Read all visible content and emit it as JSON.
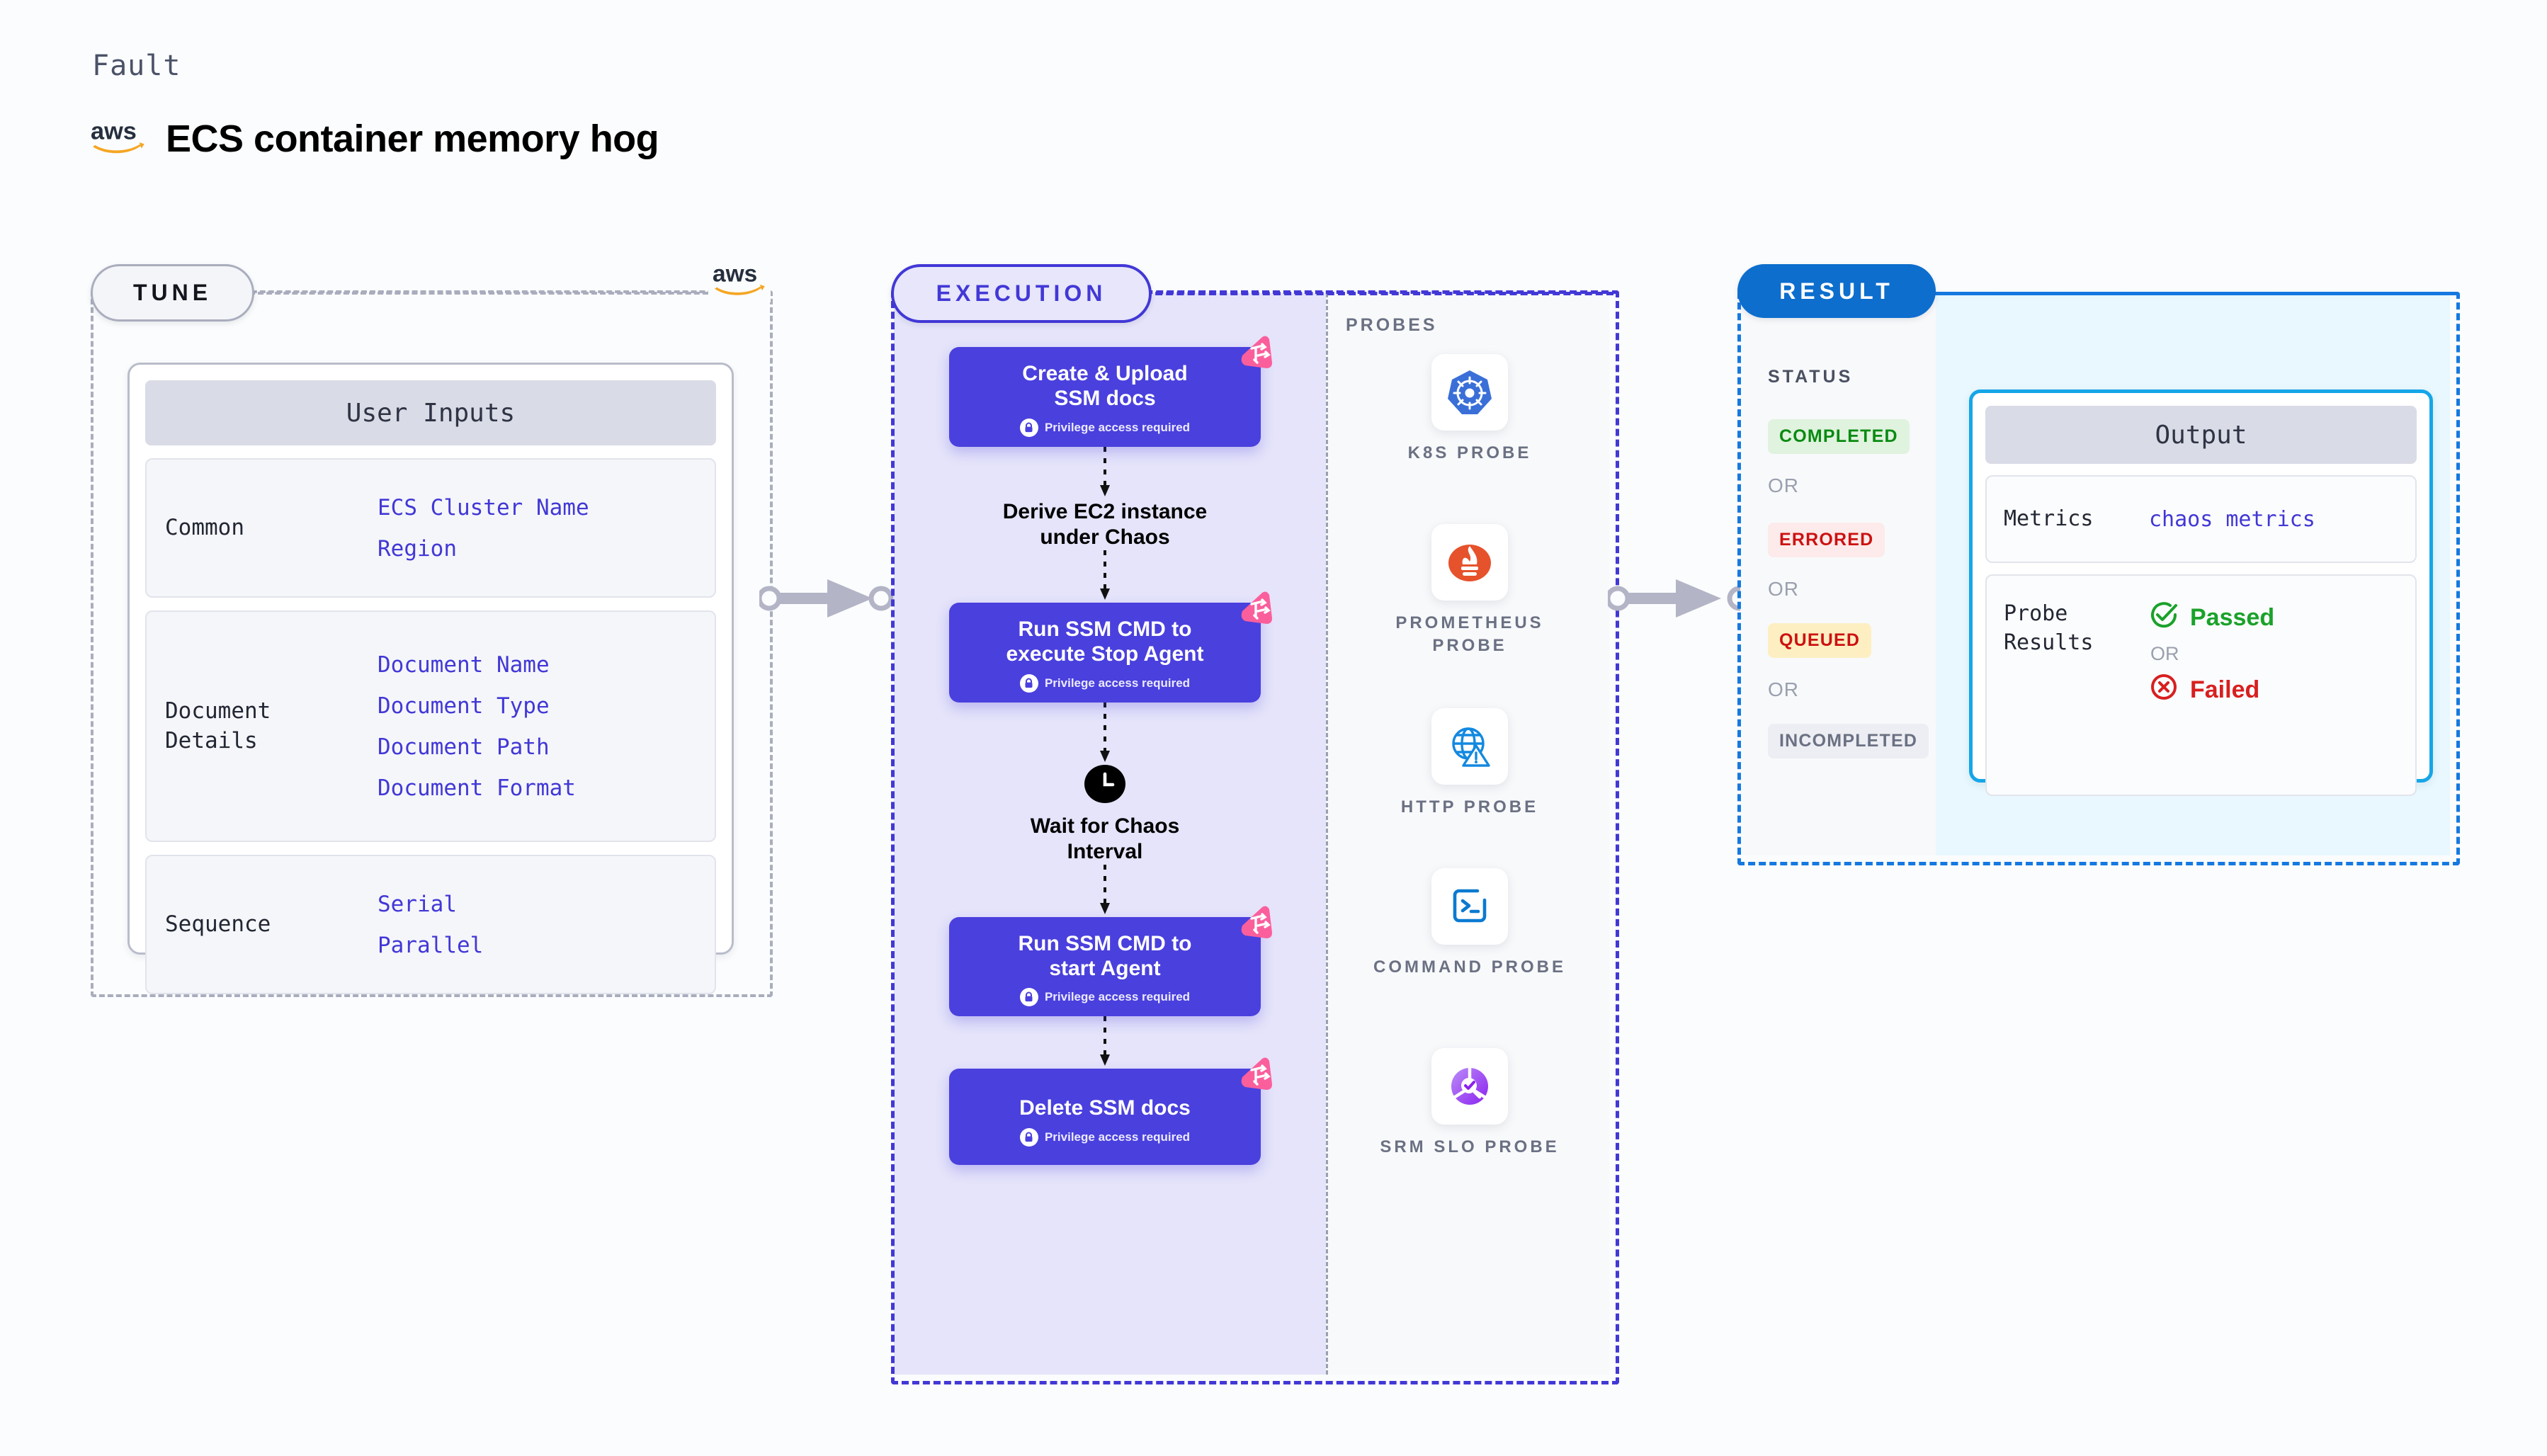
{
  "header": {
    "kicker": "Fault",
    "title": "ECS container memory hog",
    "brand_icon": "aws-logo"
  },
  "tune": {
    "badge": "TUNE",
    "brand_icon": "aws-logo",
    "card_title": "User Inputs",
    "groups": [
      {
        "key": "Common",
        "values": [
          "ECS Cluster Name",
          "Region"
        ]
      },
      {
        "key": "Document\nDetails",
        "values": [
          "Document Name",
          "Document Type",
          "Document Path",
          "Document Format"
        ]
      },
      {
        "key": "Sequence",
        "values": [
          "Serial",
          "Parallel"
        ]
      }
    ]
  },
  "execution": {
    "badge": "EXECUTION",
    "privilege_note": "Privilege access required",
    "steps": [
      {
        "kind": "node",
        "label": "Create & Upload SSM docs",
        "privileged": true,
        "ribbon_icon": "chaos-ribbon-icon"
      },
      {
        "kind": "text",
        "label": "Derive EC2 instance under Chaos"
      },
      {
        "kind": "node",
        "label": "Run SSM CMD to execute Stop Agent",
        "privileged": true,
        "ribbon_icon": "chaos-ribbon-icon"
      },
      {
        "kind": "wait",
        "label": "Wait for Chaos Interval",
        "icon": "clock-icon"
      },
      {
        "kind": "node",
        "label": "Run SSM CMD to start Agent",
        "privileged": true,
        "ribbon_icon": "chaos-ribbon-icon"
      },
      {
        "kind": "node",
        "label": "Delete SSM docs",
        "privileged": true,
        "ribbon_icon": "chaos-ribbon-icon"
      }
    ]
  },
  "probes": {
    "title": "PROBES",
    "items": [
      {
        "label": "K8S PROBE",
        "icon": "kubernetes-icon"
      },
      {
        "label": "PROMETHEUS PROBE",
        "icon": "prometheus-icon"
      },
      {
        "label": "HTTP PROBE",
        "icon": "http-globe-icon"
      },
      {
        "label": "COMMAND PROBE",
        "icon": "terminal-icon"
      },
      {
        "label": "SRM SLO PROBE",
        "icon": "srm-slo-icon"
      }
    ]
  },
  "result": {
    "badge": "RESULT",
    "status_title": "STATUS",
    "or_label": "OR",
    "statuses": [
      {
        "label": "COMPLETED",
        "bg": "#dff3de",
        "fg": "#0a8a12"
      },
      {
        "label": "ERRORED",
        "bg": "#fdeaea",
        "fg": "#cc1111"
      },
      {
        "label": "QUEUED",
        "bg": "#fdefc2",
        "fg": "#cc1111"
      },
      {
        "label": "INCOMPLETED",
        "bg": "#edeef3",
        "fg": "#6b7183"
      }
    ],
    "output": {
      "title": "Output",
      "metrics_key": "Metrics",
      "metrics_value": "chaos metrics",
      "probe_results_key": "Probe\nResults",
      "passed_label": "Passed",
      "failed_label": "Failed",
      "or_label": "OR",
      "passed_icon": "check-circle-icon",
      "failed_icon": "x-circle-icon"
    }
  },
  "colors": {
    "primary_purple": "#4238d6",
    "node_purple": "#4a40dd",
    "exec_fill": "#e5e4fa",
    "result_blue": "#0d6ecd",
    "output_cyan": "#16a6e8",
    "ribbon_pink": "#fa5f9c",
    "aws_orange": "#f5a623",
    "grey_dash": "#a9adbd"
  },
  "connectors": [
    {
      "name": "tune-to-execution"
    },
    {
      "name": "execution-to-result"
    }
  ]
}
